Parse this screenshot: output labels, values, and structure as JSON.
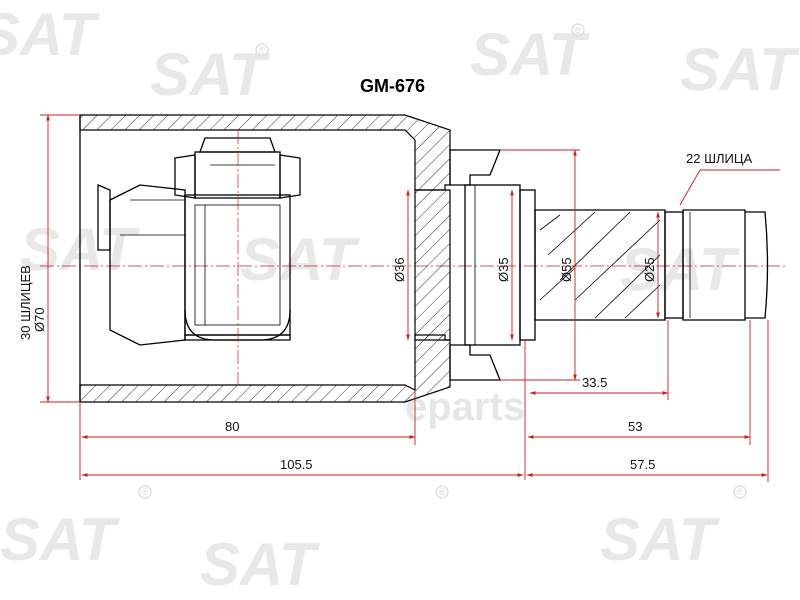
{
  "title": "GM-676",
  "watermark": {
    "brand_text": "SAT",
    "registered_mark": "®",
    "corner_logo": "eparts",
    "color": "#e6e6e6"
  },
  "dimensions": {
    "outer_diameter": "Ø70",
    "left_splines": "30 ШЛИЦЕВ",
    "bore_diameter": "Ø36",
    "seal_diameter": "Ø35",
    "shaft_diameter": "Ø55",
    "spline_diameter": "Ø25",
    "right_splines": "22 ШЛИЦА",
    "housing_length": "80",
    "spline_length": "33.5",
    "stub_length": "53",
    "total_left": "105.5",
    "total_right": "57.5"
  },
  "colors": {
    "dimension_lines": "#d21c1c",
    "outline": "#000000",
    "title": "#000000"
  }
}
